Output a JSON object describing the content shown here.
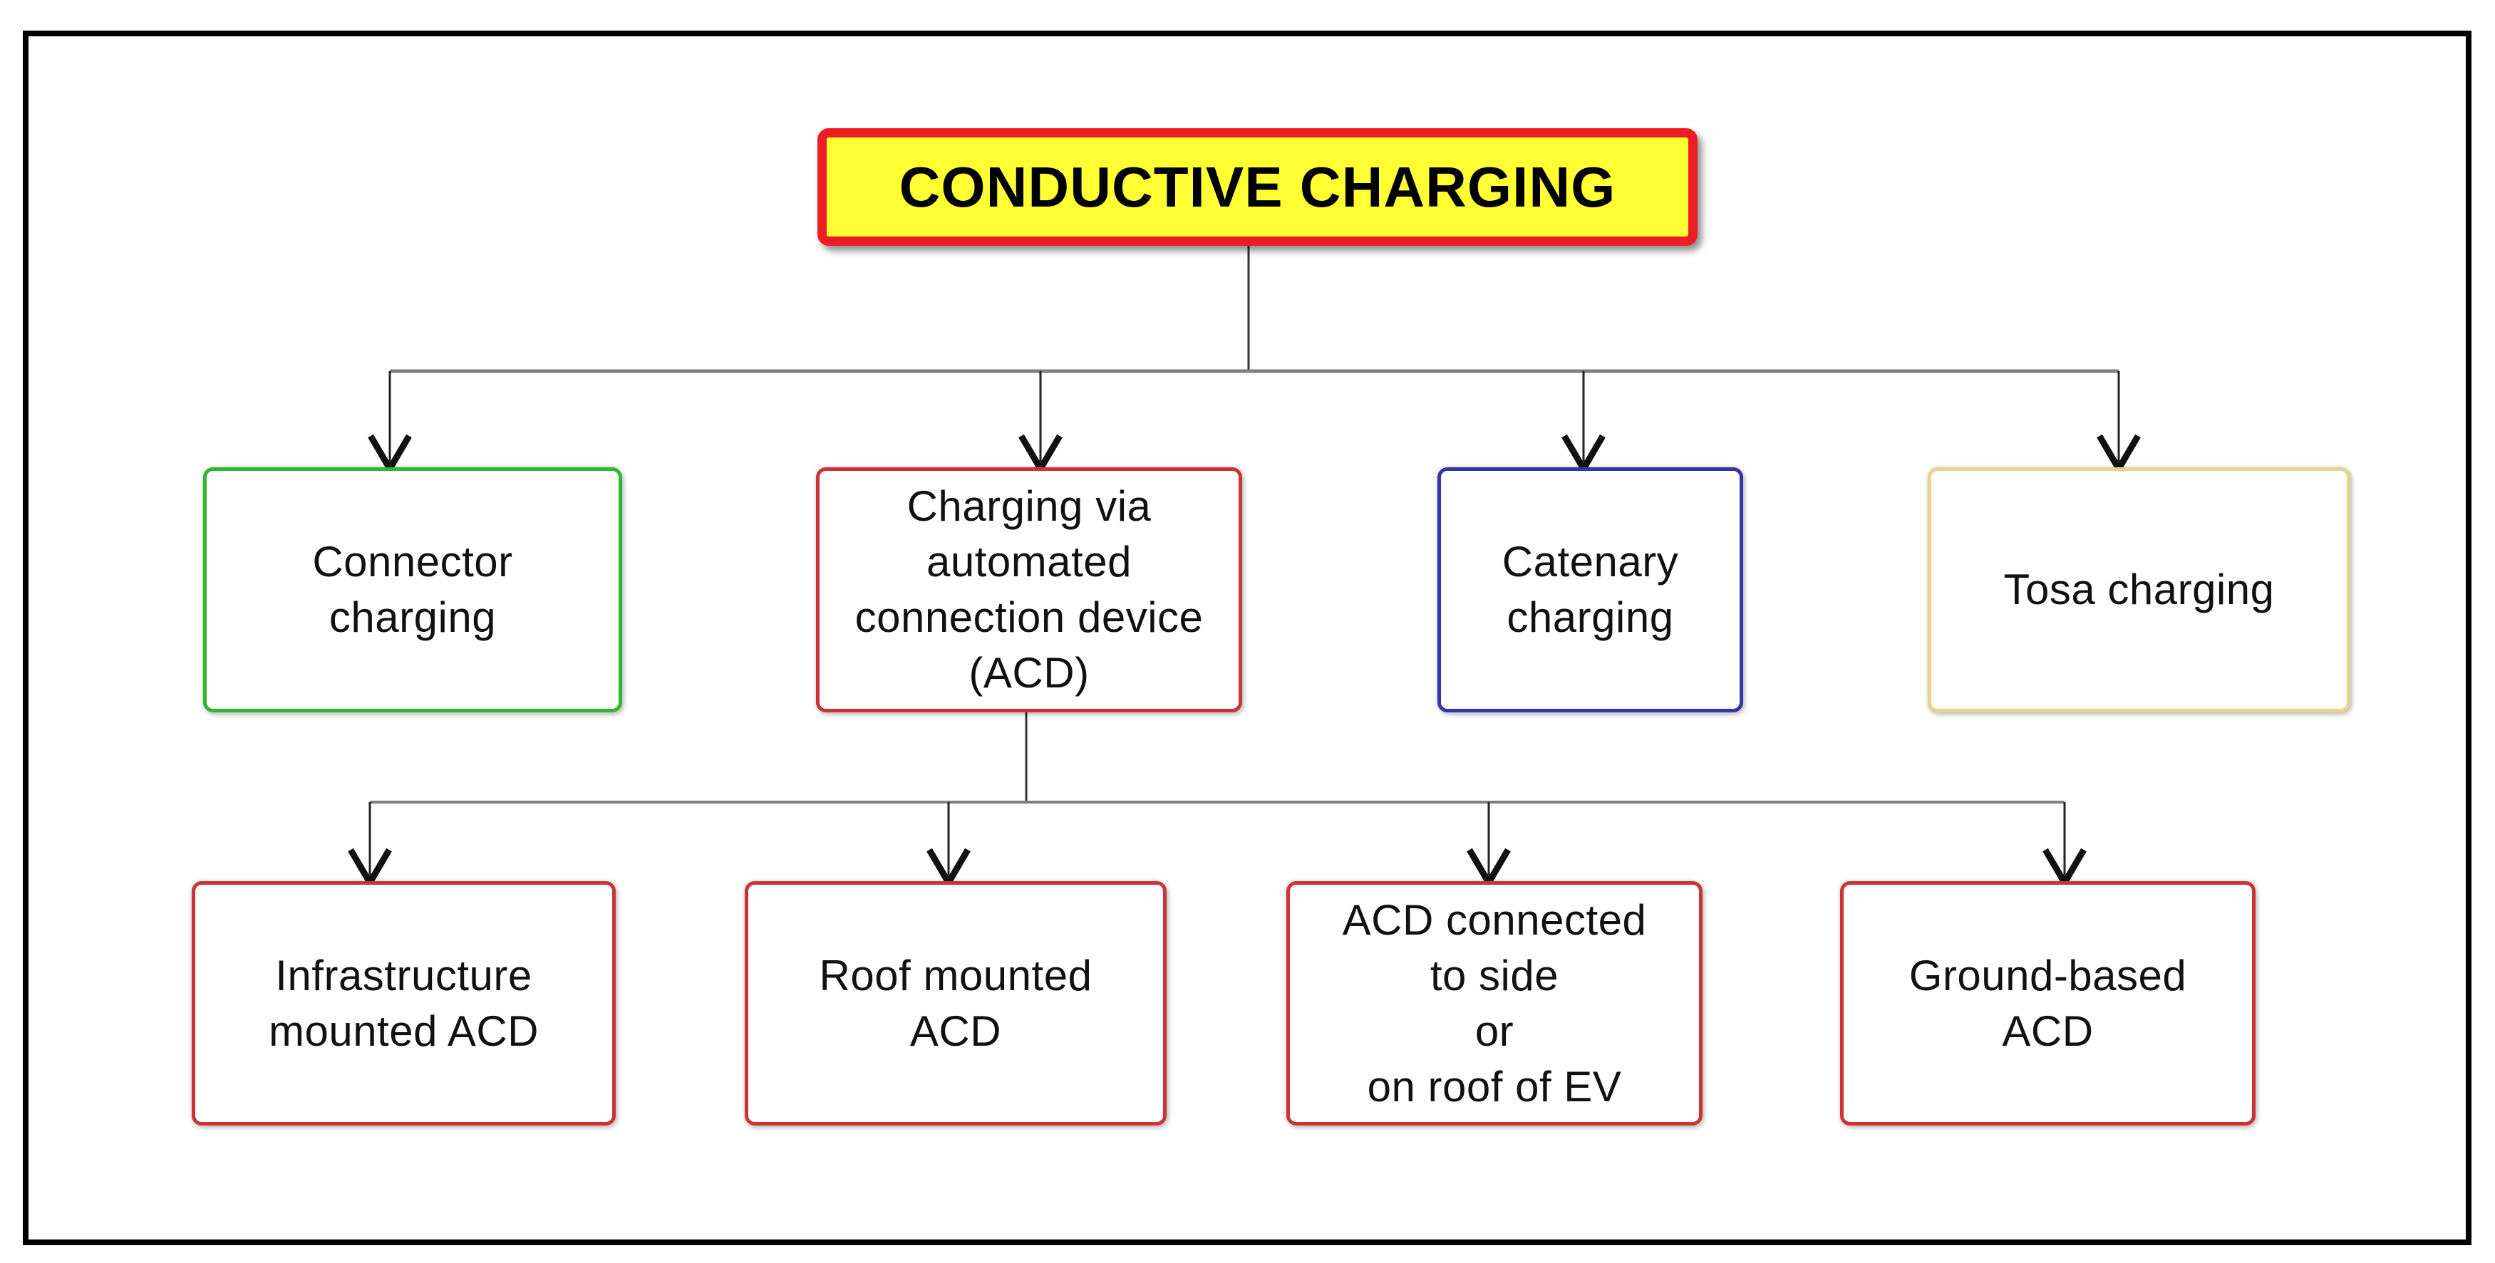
{
  "title": {
    "label": "CONDUCTIVE CHARGING"
  },
  "colors": {
    "title_bg": "#ffff33",
    "title_border": "#ee1c25",
    "green_border": "#2eb82e",
    "red_border": "#cc3333",
    "blue_border": "#3333aa",
    "gold_border": "#e9d38b",
    "drop_line": "#333333",
    "branch_bar": "#7f7f7f",
    "arrow": "#111111",
    "frame": "#000000",
    "text": "#111111"
  },
  "level1": [
    {
      "id": "connector-charging",
      "label": "Connector\ncharging",
      "border_color": "#2eb82e"
    },
    {
      "id": "acd-charging",
      "label": "Charging via\nautomated\nconnection device\n(ACD)",
      "border_color": "#cc3333"
    },
    {
      "id": "catenary-charging",
      "label": "Catenary\ncharging",
      "border_color": "#3333aa"
    },
    {
      "id": "tosa-charging",
      "label": "Tosa charging",
      "border_color": "#e9d38b"
    }
  ],
  "level2": [
    {
      "id": "infrastructure-mounted-acd",
      "label": "Infrastructure\nmounted ACD",
      "border_color": "#cc3333"
    },
    {
      "id": "roof-mounted-acd",
      "label": "Roof mounted\nACD",
      "border_color": "#cc3333"
    },
    {
      "id": "acd-side-or-roof",
      "label": "ACD connected\nto side\nor\non roof of EV",
      "border_color": "#cc3333"
    },
    {
      "id": "ground-based-acd",
      "label": "Ground-based\nACD",
      "border_color": "#cc3333"
    }
  ]
}
